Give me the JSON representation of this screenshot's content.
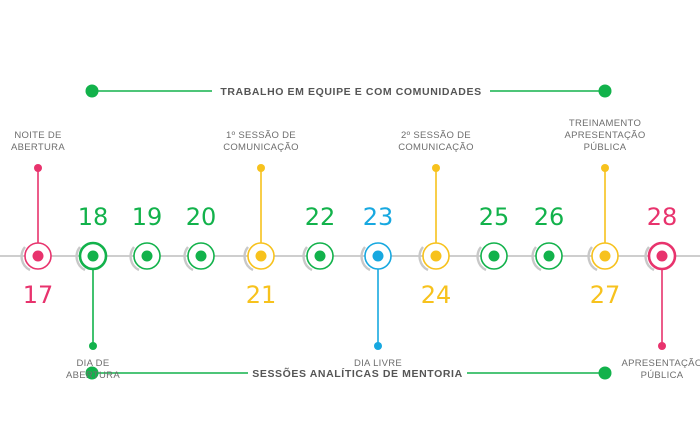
{
  "colors": {
    "pink": "#e8336d",
    "green": "#12b24b",
    "yellow": "#f7c21d",
    "blue": "#17a8e0",
    "axis": "#bdbdbd",
    "banner_text": "#555555"
  },
  "banners": [
    {
      "id": "top",
      "text": "TRABALHO EM EQUIPE E COM COMUNIDADES",
      "color": "green"
    },
    {
      "id": "bottom",
      "text": "SESSÕES ANALÍTICAS DE MENTORIA",
      "color": "green"
    }
  ],
  "days": [
    {
      "day": "17",
      "color": "pink",
      "number_pos": "below",
      "label_pos": "above",
      "label": [
        "NOITE DE",
        "ABERTURA"
      ]
    },
    {
      "day": "18",
      "color": "green",
      "number_pos": "above",
      "label_pos": "below",
      "label": [
        "DIA DE",
        "ABERTURA"
      ],
      "emphasis": true
    },
    {
      "day": "19",
      "color": "green",
      "number_pos": "above"
    },
    {
      "day": "20",
      "color": "green",
      "number_pos": "above"
    },
    {
      "day": "21",
      "color": "yellow",
      "number_pos": "below",
      "label_pos": "above",
      "label": [
        "1º SESSÃO DE",
        "COMUNICAÇÃO"
      ]
    },
    {
      "day": "22",
      "color": "green",
      "number_pos": "above"
    },
    {
      "day": "23",
      "color": "blue",
      "number_pos": "above",
      "label_pos": "below",
      "label": [
        "DIA LIVRE"
      ]
    },
    {
      "day": "24",
      "color": "yellow",
      "number_pos": "below",
      "label_pos": "above",
      "label": [
        "2º SESSÃO DE",
        "COMUNICAÇÃO"
      ]
    },
    {
      "day": "25",
      "color": "green",
      "number_pos": "above"
    },
    {
      "day": "26",
      "color": "green",
      "number_pos": "above"
    },
    {
      "day": "27",
      "color": "yellow",
      "number_pos": "below",
      "label_pos": "above",
      "label": [
        "TREINAMENTO",
        "APRESENTAÇÃO",
        "PÚBLICA"
      ]
    },
    {
      "day": "28",
      "color": "pink",
      "number_pos": "above",
      "label_pos": "below",
      "label": [
        "APRESENTAÇÃO",
        "PÚBLICA"
      ],
      "emphasis": true
    }
  ]
}
